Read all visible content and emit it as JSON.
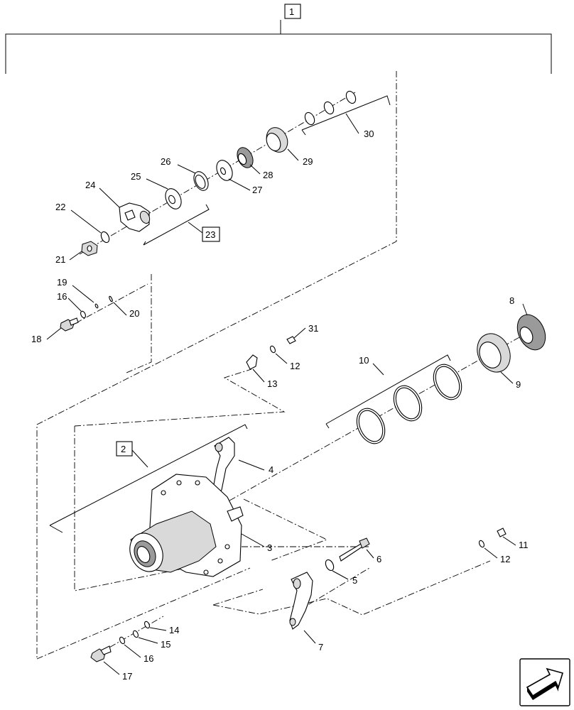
{
  "title_box": "1",
  "callouts": {
    "c1": "1",
    "c2": "2",
    "c3": "3",
    "c4": "4",
    "c5": "5",
    "c6": "6",
    "c7": "7",
    "c8": "8",
    "c9": "9",
    "c10": "10",
    "c11": "11",
    "c12a": "12",
    "c12b": "12",
    "c13": "13",
    "c14": "14",
    "c15": "15",
    "c16a": "16",
    "c16b": "16",
    "c17": "17",
    "c18": "18",
    "c19": "19",
    "c20": "20",
    "c21": "21",
    "c22": "22",
    "c23": "23",
    "c24": "24",
    "c25": "25",
    "c26": "26",
    "c27": "27",
    "c28": "28",
    "c29": "29",
    "c30": "30",
    "c31": "31"
  },
  "nav_icon": "next-page-arrow-icon"
}
